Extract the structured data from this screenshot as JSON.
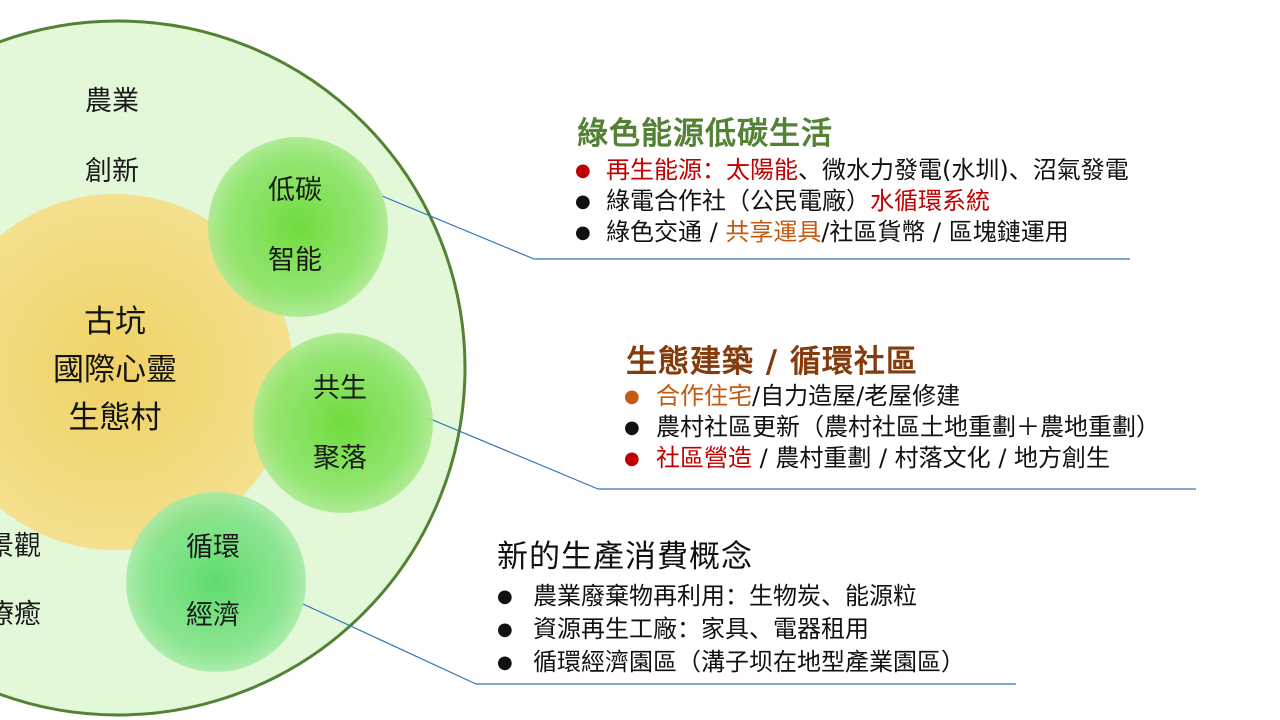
{
  "colors": {
    "outer_fill": "#e2f8d8",
    "outer_stroke": "#548235",
    "core_fill": "#f1d76e",
    "bubble_fill": "#7ee055",
    "leader_line": "#2e75b6",
    "title_green": "#548235",
    "title_brown": "#843c0c",
    "red_text": "#c00000",
    "orange_text": "#c55a11"
  },
  "outer_labels": {
    "top1": "農業",
    "top2": "創新",
    "bottom1": "景觀",
    "bottom2": "療癒"
  },
  "core": {
    "line1": "古坑",
    "line2": "國際心靈",
    "line3": "生態村"
  },
  "bubbles": [
    {
      "line1": "低碳",
      "line2": "智能"
    },
    {
      "line1": "共生",
      "line2": "聚落"
    },
    {
      "line1": "循環",
      "line2": "經濟"
    }
  ],
  "blocks": [
    {
      "title": "綠色能源低碳生活",
      "items": [
        {
          "highlight": "再生能源：太陽能",
          "rest": "、微水力發電(水圳)、沼氣發電"
        },
        {
          "pre": "綠電合作社（公民電廠）",
          "highlight": "水循環系統"
        },
        {
          "pre": "綠色交通 / ",
          "highlight": "共享運具",
          "rest": "/社區貨幣 / 區塊鏈運用"
        }
      ]
    },
    {
      "title": "生態建築 / 循環社區",
      "items": [
        {
          "highlight": "合作住宅",
          "rest": "/自力造屋/老屋修建"
        },
        {
          "pre": "農村社區更新（農村社區土地重劃＋農地重劃）"
        },
        {
          "highlight": "社區營造",
          "rest": " / 農村重劃 / 村落文化 / 地方創生"
        }
      ]
    },
    {
      "title": "新的生產消費概念",
      "items": [
        {
          "pre": "農業廢棄物再利用：生物炭、能源粒"
        },
        {
          "pre": "資源再生工廠：家具、電器租用"
        },
        {
          "pre": "循環經濟園區（溝子坝在地型產業園區）"
        }
      ]
    }
  ]
}
